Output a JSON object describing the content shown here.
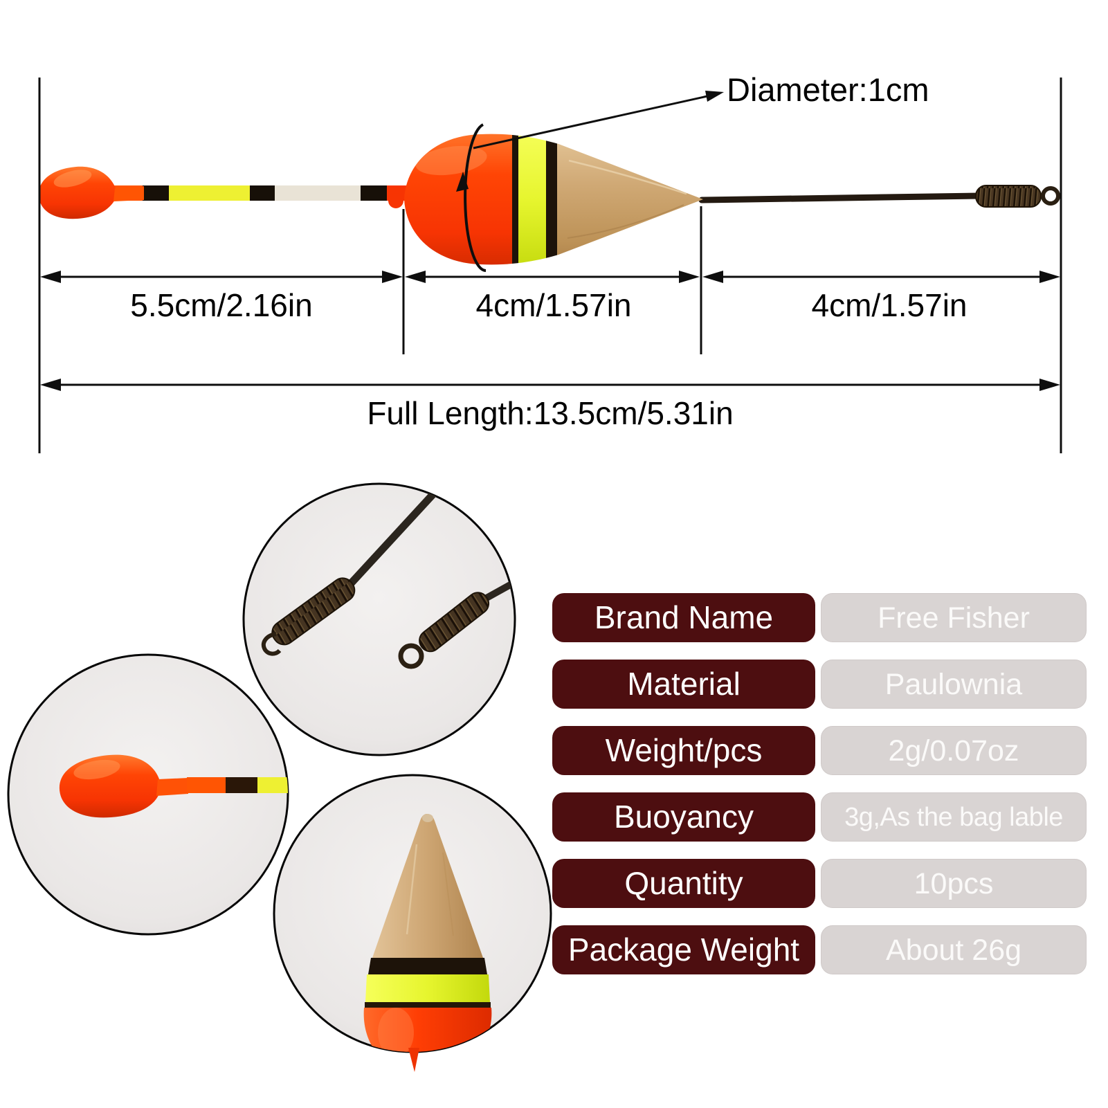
{
  "dimension_diagram": {
    "diameter_label": "Diameter:1cm",
    "segment_labels": [
      "5.5cm/2.16in",
      "4cm/1.57in",
      "4cm/1.57in"
    ],
    "full_length_label": "Full Length:13.5cm/5.31in"
  },
  "spec_table": {
    "rows": [
      {
        "label": "Brand Name",
        "value": "Free Fisher"
      },
      {
        "label": "Material",
        "value": "Paulownia"
      },
      {
        "label": "Weight/pcs",
        "value": "2g/0.07oz"
      },
      {
        "label": "Buoyancy",
        "value": "3g,As the bag lable"
      },
      {
        "label": "Quantity",
        "value": "10pcs"
      },
      {
        "label": "Package Weight",
        "value": "About 26g"
      }
    ]
  },
  "colors": {
    "label_bg": "#4d0e10",
    "value_bg": "#d9d4d3",
    "value_text": "#fbfaf9",
    "float_red": "#ff3e04",
    "band_yellow": "#e6f52e",
    "antenna_yellow": "#eef032",
    "antenna_cream": "#e9e3d6",
    "wood": "#cfa874",
    "stem_brown": "#2b2013",
    "dimension_line": "#0e0e0e"
  }
}
